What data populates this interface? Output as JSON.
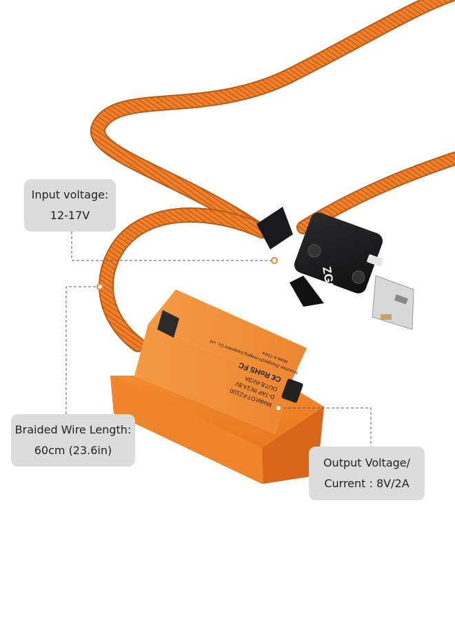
{
  "callouts": {
    "input": {
      "line1": "Input voltage:",
      "line2": "12-17V"
    },
    "braided": {
      "line1": "Braided Wire Length:",
      "line2": "60cm (23.6in)"
    },
    "output": {
      "line1": "Output Voltage/",
      "line2": "Current : 8V/2A"
    }
  },
  "product": {
    "brand": "ZGCINE",
    "label_text": [
      "Model:DT-FZ100",
      "D-TAP IN:14.8V",
      "OUT:8.4V/3A",
      "C€ RoHS FC",
      "Shenzhen Zhongkezhi Imaging Equipment Co., Ltd",
      "Made in China"
    ]
  },
  "colors": {
    "cable": "#f0812a",
    "battery": "#f07d22",
    "connector": "#1c1c1e",
    "callout_bg": "#dcdcdc"
  }
}
